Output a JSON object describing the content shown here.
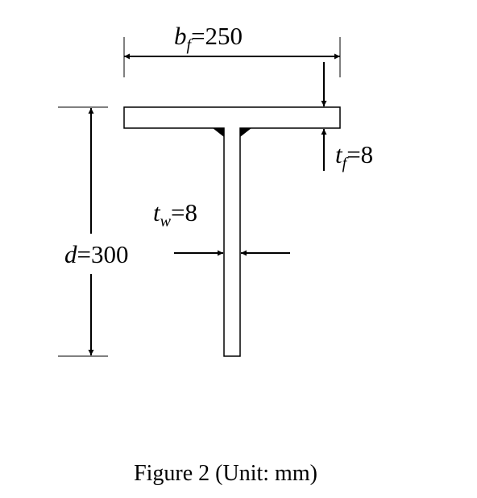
{
  "figure": {
    "caption": "Figure 2 (Unit: mm)",
    "labels": {
      "flange_width": {
        "symbol": "b",
        "subscript": "f",
        "value": "=250"
      },
      "flange_thickness": {
        "symbol": "t",
        "subscript": "f",
        "value": "=8"
      },
      "web_thickness": {
        "symbol": "t",
        "subscript": "w",
        "value": "=8"
      },
      "depth": {
        "symbol": "d",
        "value": "=300"
      }
    },
    "colors": {
      "line": "#000000",
      "fill": "#ffffff"
    }
  }
}
